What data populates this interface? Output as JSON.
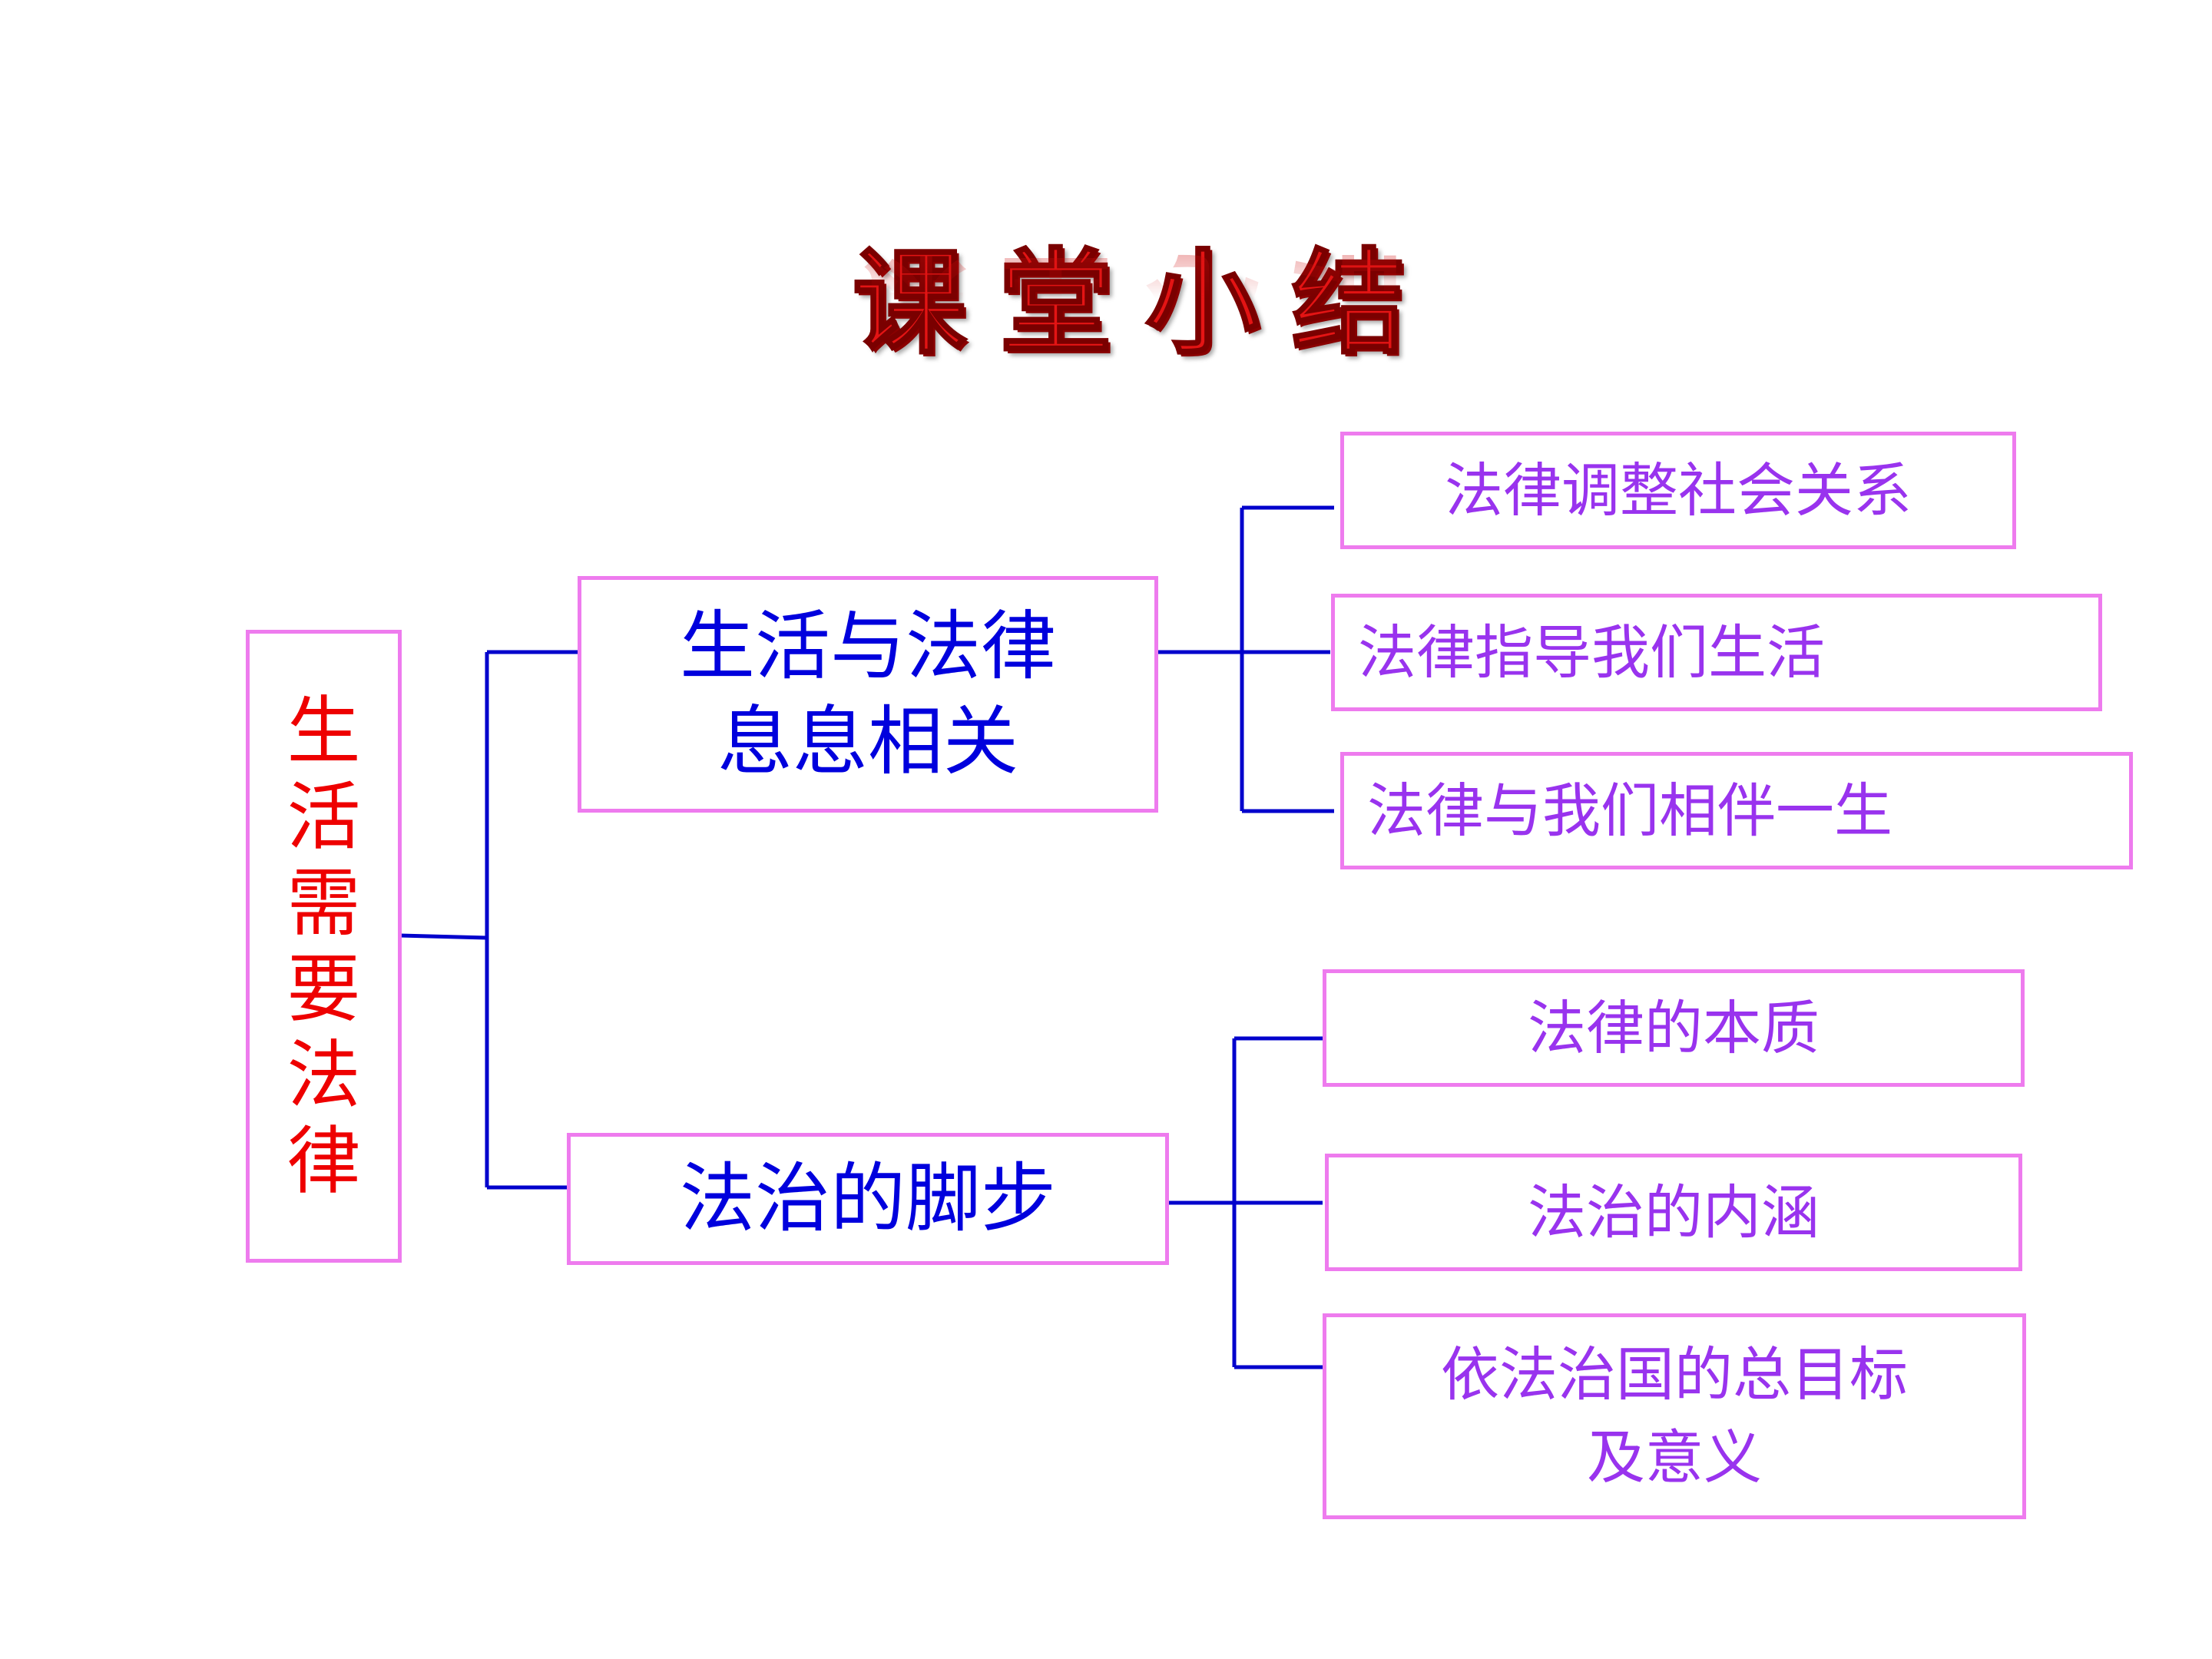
{
  "title": {
    "chars": [
      "课",
      "堂",
      "小",
      "结"
    ]
  },
  "colors": {
    "connector": "#0000cc",
    "box_border": "#ee7bee",
    "root_text": "#ee0000",
    "mid_text": "#0000dd",
    "leaf_text": "#9933ee",
    "title_text": "#e41414"
  },
  "diagram": {
    "root": {
      "label": "生活需要法律"
    },
    "branches": [
      {
        "label": "生活与法律\n息息相关",
        "children": [
          {
            "label": "法律调整社会关系"
          },
          {
            "label": "法律指导我们生活"
          },
          {
            "label": "法律与我们相伴一生"
          }
        ]
      },
      {
        "label": "法治的脚步",
        "children": [
          {
            "label": "法律的本质"
          },
          {
            "label": "法治的内涵"
          },
          {
            "label": "依法治国的总目标\n及意义"
          }
        ]
      }
    ]
  }
}
